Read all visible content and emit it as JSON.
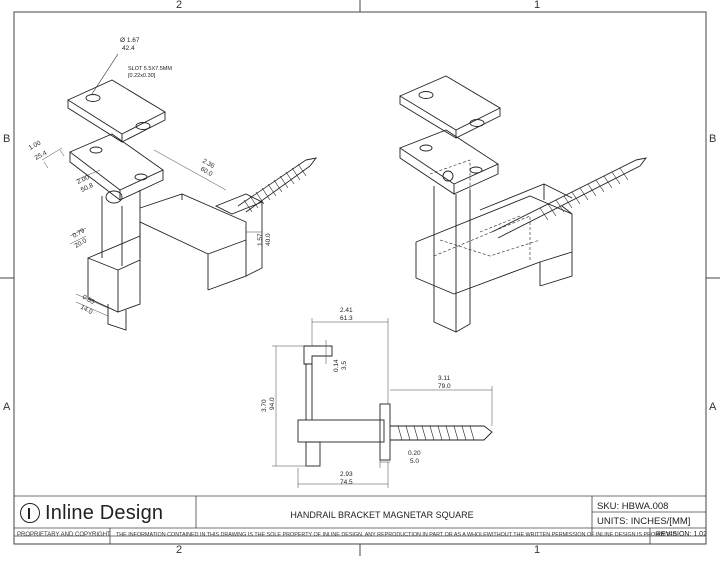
{
  "zones": {
    "top_left": "2",
    "top_right": "1",
    "left_upper": "B",
    "left_lower": "A",
    "right_upper": "B",
    "right_lower": "A",
    "bottom_left": "2",
    "bottom_right": "1"
  },
  "view_exploded": {
    "hole_dia": "Ø 1.67",
    "hole_dia_mm": "42.4",
    "slot": "SLOT 5.5X7.5MM",
    "slot_in": "[0.22x0.30]",
    "dim_width": "1.00",
    "dim_width_mm": "25.4",
    "dim_plate": "2.00",
    "dim_plate_mm": "50.8",
    "dim_reach": "2.36",
    "dim_reach_mm": "60.0",
    "dim_height": "1.57",
    "dim_height_mm": "40.0",
    "dim_post": "0.79",
    "dim_post_mm": "20.0",
    "dim_bar": "0.55",
    "dim_bar_mm": "14.0"
  },
  "view_side": {
    "dim_top": "2.41",
    "dim_top_mm": "61.3",
    "dim_t": "0.14",
    "dim_t_mm": "3.5",
    "dim_screw": "3.11",
    "dim_screw_mm": "79.0",
    "dim_h": "3.70",
    "dim_h_mm": "94.0",
    "dim_flange": "0.20",
    "dim_flange_mm": "5.0",
    "dim_bottom": "2.93",
    "dim_bottom_mm": "74.5"
  },
  "title_block": {
    "company": "Inline Design",
    "title": "HANDRAIL BRACKET MAGNETAR SQUARE",
    "sku": "SKU: HBWA.008",
    "units": "UNITS: INCHES/[MM]",
    "proprietary": "PROPRIETARY AND COPYRIGHT",
    "notice": "THE INFORMATION CONTAINED IN THIS DRAWING IS THE SOLE PROPERTY OF INLINE DESIGN.  ANY REPRODUCTION IN PART OR AS A WHOLEWITHOUT THE WRITTEN PERMISSION OF INLINE DESIGN IS PROHIBITED",
    "revision": "REVISION:  1.02"
  }
}
